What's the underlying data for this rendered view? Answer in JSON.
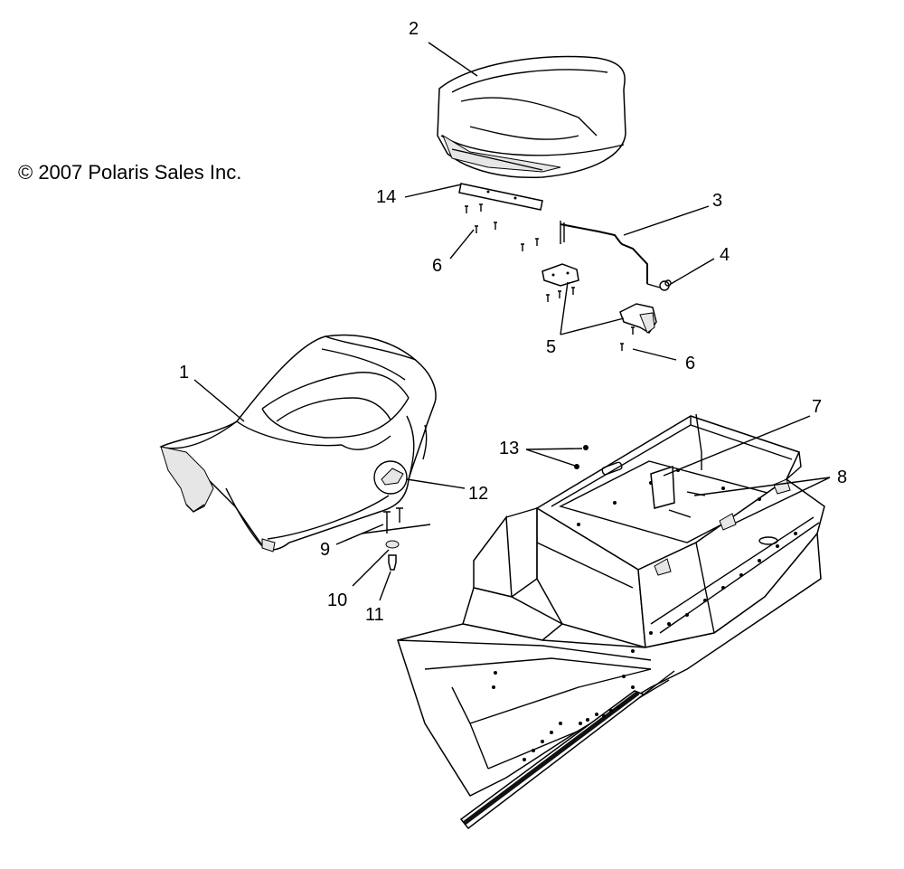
{
  "copyright": "© 2007 Polaris Sales Inc.",
  "callouts": [
    "1",
    "2",
    "3",
    "4",
    "5",
    "6",
    "6",
    "7",
    "8",
    "9",
    "10",
    "11",
    "12",
    "13",
    "14"
  ]
}
